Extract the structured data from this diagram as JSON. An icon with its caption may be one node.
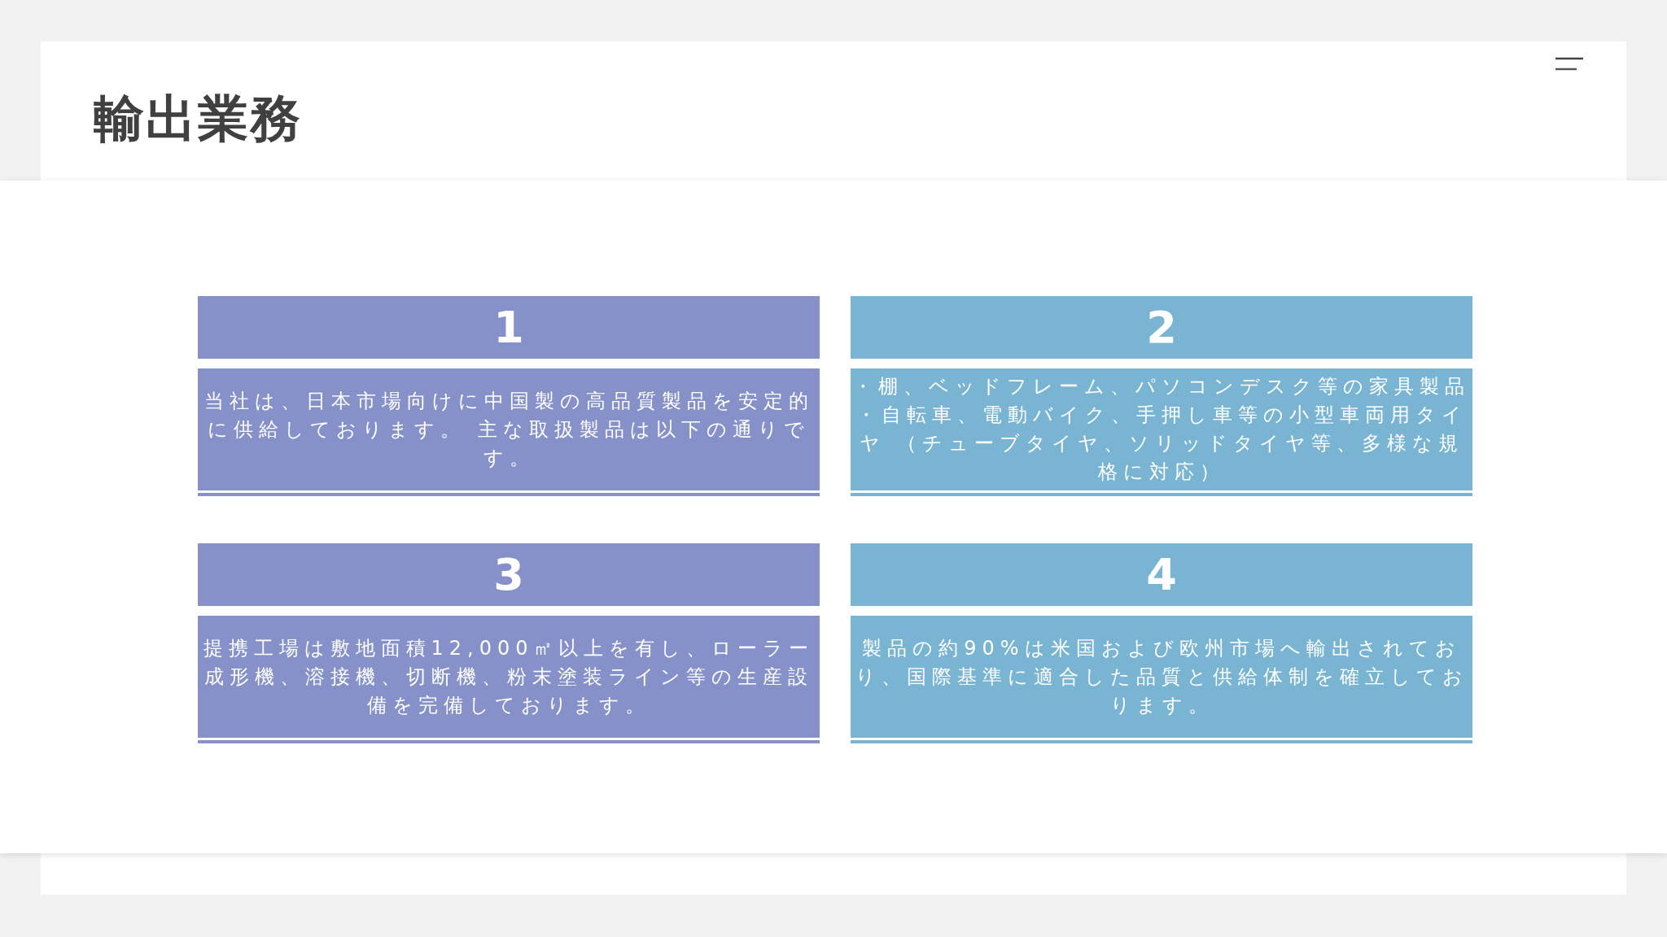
{
  "diagram": {
    "title": "輸出業務",
    "nodes": [
      {
        "text": [
          "1"
        ]
      },
      {
        "text": [
          "当社は、日本市場向けに中国製の高品質製品を安定的に供給しております。 主な取扱製品は以下の通りです。"
        ]
      },
      {
        "text": [
          "2"
        ]
      },
      {
        "text": [
          "・棚、ベッドフレーム、パソコンデスク等の家具製品",
          "・自転車、電動バイク、手押し車等の小型車両用タイヤ （チューブタイヤ、ソリッドタイヤ等、多様な規格に対応）"
        ]
      },
      {
        "text": [
          "3"
        ]
      },
      {
        "text": [
          "提携工場は敷地面積12,000㎡以上を有し、ローラー成形機、溶接機、切断機、粉末塗装ライン等の生産設備を完備しております。"
        ]
      },
      {
        "text": [
          "4"
        ]
      },
      {
        "text": [
          "製品の約90%は米国および欧州市場へ輸出されており、国際基準に適合した品質と供給体制を確立しております。"
        ]
      }
    ]
  }
}
